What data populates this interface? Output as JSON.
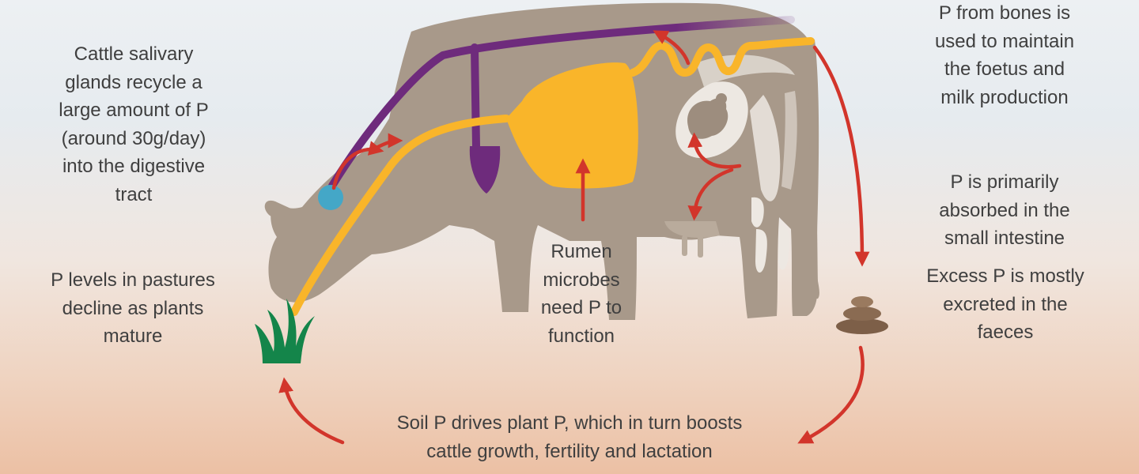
{
  "labels": {
    "salivary": [
      "Cattle salivary",
      "glands recycle a",
      "large amount of P",
      "(around 30g/day)",
      "into the digestive",
      "tract"
    ],
    "pastures": [
      "P levels in pastures",
      "decline as plants",
      "mature"
    ],
    "rumen": [
      "Rumen",
      "microbes",
      "need P to",
      "function"
    ],
    "bones": [
      "P from bones is",
      "used to maintain",
      "the foetus and",
      "milk production"
    ],
    "intestine": [
      "P is primarily",
      "absorbed in the",
      "small intestine"
    ],
    "excess": [
      "Excess P is mostly",
      "excreted in the",
      "faeces"
    ],
    "soil": [
      "Soil P drives plant P, which in turn boosts",
      "cattle growth, fertility and lactation"
    ]
  },
  "colors": {
    "cow_body": "#a8998a",
    "pathway_yellow": "#f9b52a",
    "pathway_purple": "#6e2b7c",
    "arrow_red": "#d2352b",
    "salivary_gland": "#44a7c7",
    "grass": "#14854a",
    "dung": "#7d5f48",
    "text": "#3f3f3f"
  },
  "icons": [
    "cow-silhouette",
    "salivary-gland-icon",
    "calf-foetus-icon",
    "grass-icon",
    "dung-icon",
    "bone-icon",
    "udder-icon"
  ]
}
